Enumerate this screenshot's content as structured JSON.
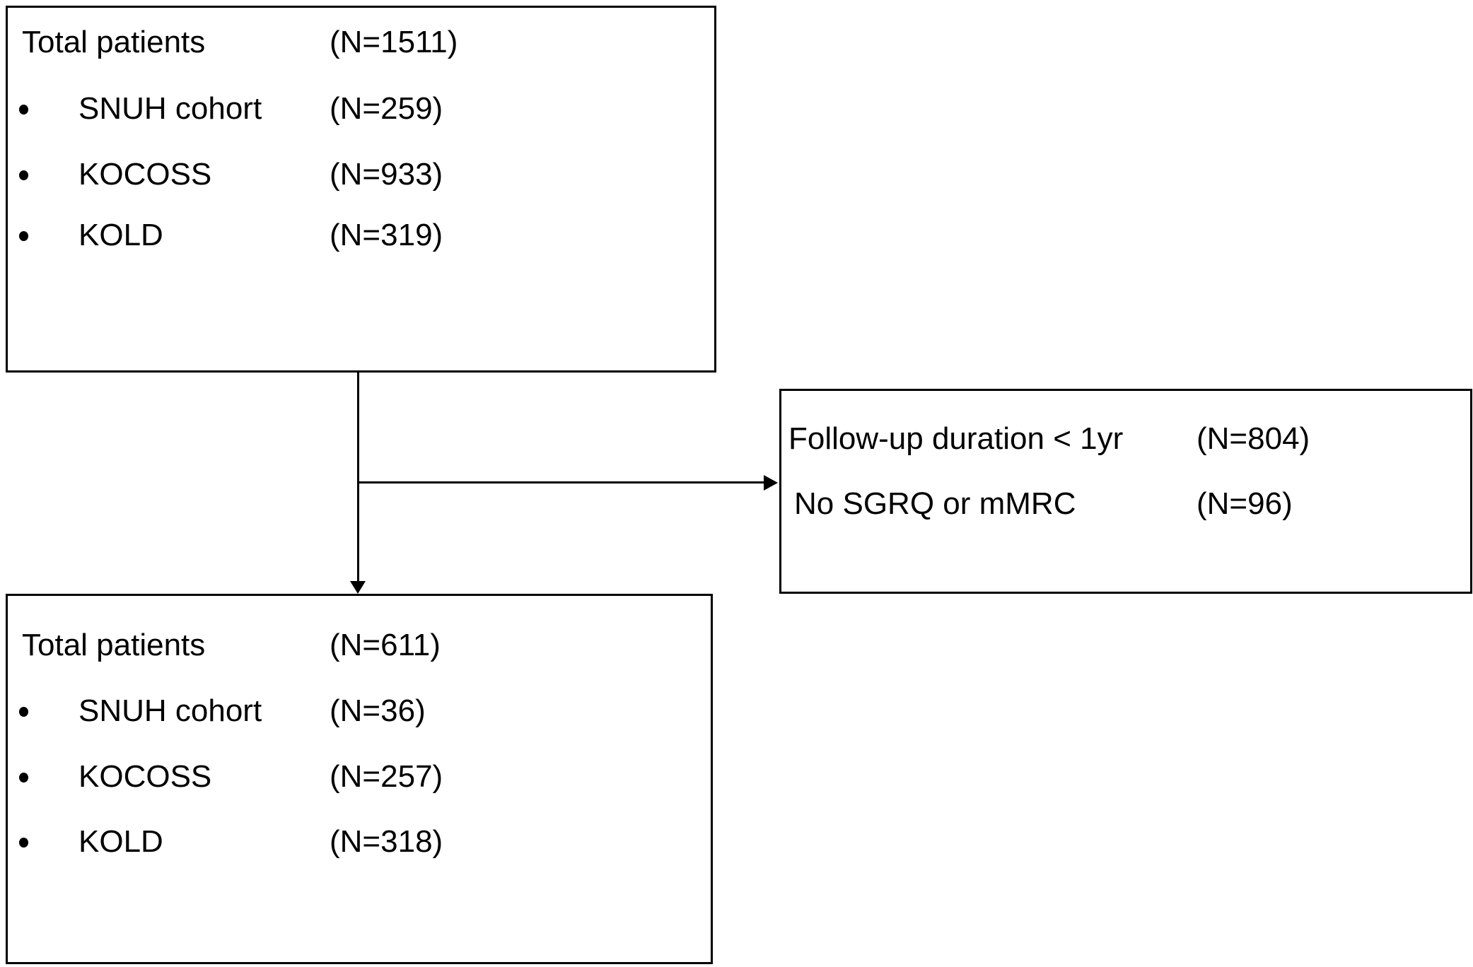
{
  "figure": {
    "background": "#ffffff",
    "line_color": "#000000",
    "boxes": {
      "initial": {
        "rows": [
          {
            "label": "Total patients",
            "value": "(N=1511)",
            "bullet": false
          },
          {
            "label": "SNUH cohort",
            "value": "(N=259)",
            "bullet": true
          },
          {
            "label": "KOCOSS",
            "value": "(N=933)",
            "bullet": true
          },
          {
            "label": "KOLD",
            "value": "(N=319)",
            "bullet": true
          }
        ]
      },
      "excluded": {
        "rows": [
          {
            "label": "Follow-up duration < 1yr",
            "value": "(N=804)",
            "bullet": false
          },
          {
            "label": "No SGRQ or mMRC",
            "value": "(N=96)",
            "bullet": false
          }
        ]
      },
      "final": {
        "rows": [
          {
            "label": "Total patients",
            "value": "(N=611)",
            "bullet": false
          },
          {
            "label": "SNUH cohort",
            "value": "(N=36)",
            "bullet": true
          },
          {
            "label": "KOCOSS",
            "value": "(N=257)",
            "bullet": true
          },
          {
            "label": "KOLD",
            "value": "(N=318)",
            "bullet": true
          }
        ]
      }
    }
  }
}
